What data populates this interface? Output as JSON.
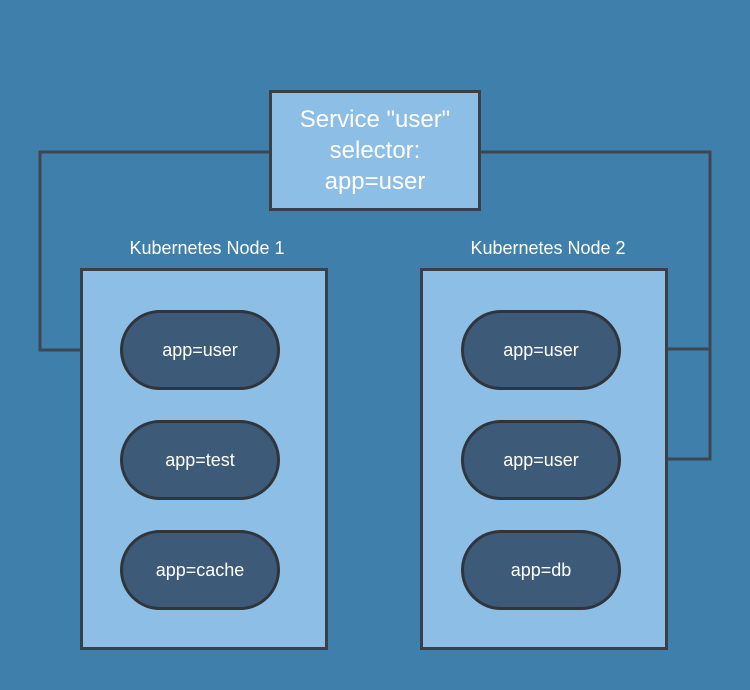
{
  "colors": {
    "background": "#3F7FAB",
    "panel-fill": "#8DBEE5",
    "panel-border": "#3A4048",
    "pill-fill": "#3D5A78",
    "pill-border": "#30353B",
    "connector": "#3E4750",
    "text": "#FFFFFF"
  },
  "service": {
    "label": "Service \"user\"\nselector:\napp=user"
  },
  "nodes": [
    {
      "title": "Kubernetes Node 1",
      "pods": [
        {
          "label": "app=user"
        },
        {
          "label": "app=test"
        },
        {
          "label": "app=cache"
        }
      ]
    },
    {
      "title": "Kubernetes Node 2",
      "pods": [
        {
          "label": "app=user"
        },
        {
          "label": "app=user"
        },
        {
          "label": "app=db"
        }
      ]
    }
  ],
  "connections": [
    {
      "from": "service-selector",
      "to": "node-1 pod app=user",
      "side": "left"
    },
    {
      "from": "service-selector",
      "to": "node-2 pod app=user (top)",
      "side": "right"
    },
    {
      "from": "service-selector",
      "to": "node-2 pod app=user (middle)",
      "side": "right"
    }
  ]
}
